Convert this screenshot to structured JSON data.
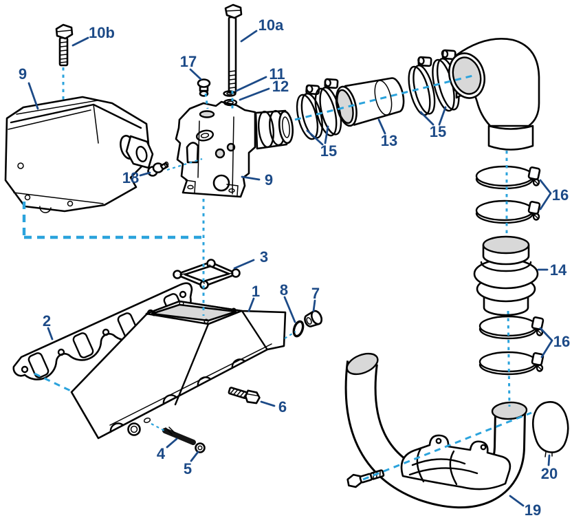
{
  "figure": {
    "kind": "exploded-parts-diagram",
    "background": "#ffffff"
  },
  "colors": {
    "outline": "#000000",
    "label_text": "#1c4a87",
    "leader_line": "#1c4a87",
    "centerline_dash": "#2ba3dc",
    "part_fill": "#ffffff",
    "machined_face_fill": "#d8d8d8",
    "hardware_dark": "#151515"
  },
  "callouts": {
    "c9_left": "9",
    "c10b": "10b",
    "c10a": "10a",
    "c17": "17",
    "c11": "11",
    "c12": "12",
    "c9_center": "9",
    "c18": "18",
    "c15_left": "15",
    "c13": "13",
    "c15_right": "15",
    "c16_upper": "16",
    "c14": "14",
    "c16_lower": "16",
    "c3": "3",
    "c1": "1",
    "c8": "8",
    "c7": "7",
    "c2": "2",
    "c6": "6",
    "c4": "4",
    "c5": "5",
    "c20": "20",
    "c19": "19"
  }
}
